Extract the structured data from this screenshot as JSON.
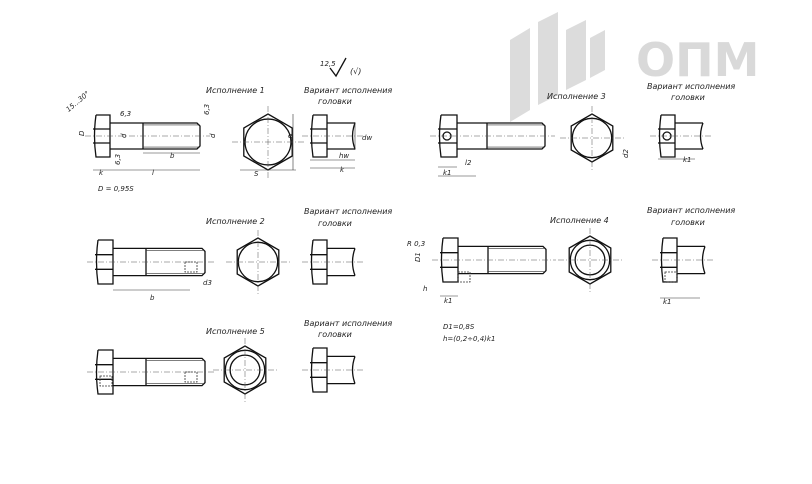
{
  "logo": {
    "text": "ОПМ"
  },
  "roughness": {
    "value": "12,5",
    "bracket": "(√)"
  },
  "section1": {
    "title": "Исполнение 1",
    "variant_line1": "Вариант исполнения",
    "variant_line2": "головки",
    "labels": {
      "angle": "15...30°",
      "rough1": "6,3",
      "rough2": "6,3",
      "rough3": "6,3",
      "D": "D",
      "d1": "d",
      "d": "d",
      "b": "b",
      "l": "l",
      "k": "k",
      "e": "e",
      "S": "S",
      "dw": "dw",
      "hw": "hw",
      "k2": "k",
      "formula": "D = 0,95S"
    }
  },
  "section2": {
    "title": "Исполнение 2",
    "variant_line1": "Вариант исполнения",
    "variant_line2": "головки",
    "labels": {
      "b": "b",
      "d3": "d3"
    }
  },
  "section3": {
    "title": "Исполнение 3",
    "variant_line1": "Вариант исполнения",
    "variant_line2": "головки",
    "labels": {
      "l2": "l2",
      "k1": "k1",
      "d2": "d2",
      "k1v": "k1"
    }
  },
  "section4": {
    "title": "Исполнение 4",
    "variant_line1": "Вариант исполнения",
    "variant_line2": "головки",
    "labels": {
      "R": "R 0,3",
      "D1": "D1",
      "h": "h",
      "k1": "k1",
      "k1v": "k1",
      "formula1": "D1=0,8S",
      "formula2": "h=(0,2÷0,4)k1"
    }
  },
  "section5": {
    "title": "Исполнение 5",
    "variant_line1": "Вариант исполнения",
    "variant_line2": "головки"
  }
}
